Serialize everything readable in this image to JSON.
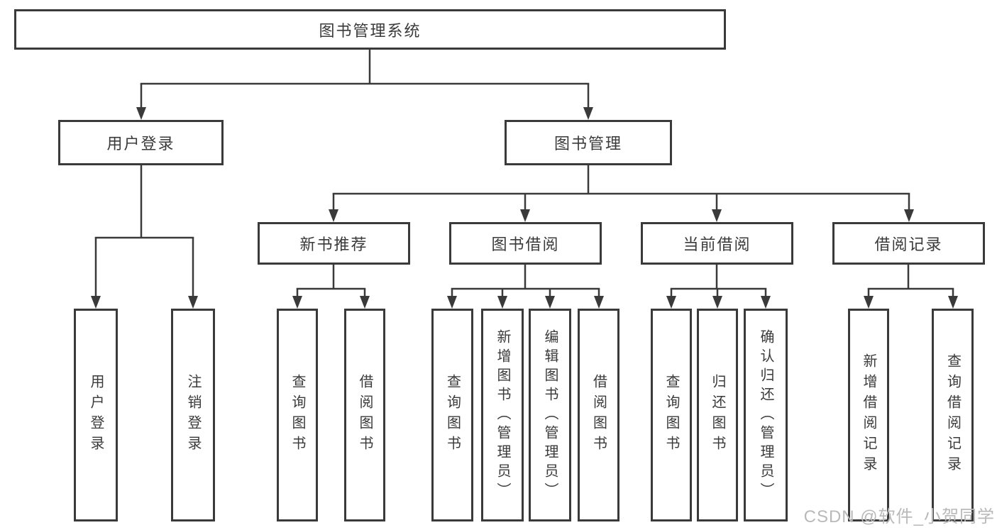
{
  "diagram": {
    "colors": {
      "line": "#3a3a3a",
      "box_border": "#3a3a3a",
      "box_fill": "#ffffff",
      "text": "#3a3a3a",
      "watermark": "#b9b9b9"
    },
    "watermark": "CSDN @软件_小贺同学",
    "tree": {
      "label": "图书管理系统",
      "children": [
        {
          "label": "用户登录",
          "children": [
            {
              "label": "用户登录"
            },
            {
              "label": "注销登录"
            }
          ]
        },
        {
          "label": "图书管理",
          "children": [
            {
              "label": "新书推荐",
              "children": [
                {
                  "label": "查询图书"
                },
                {
                  "label": "借阅图书"
                }
              ]
            },
            {
              "label": "图书借阅",
              "children": [
                {
                  "label": "查询图书"
                },
                {
                  "label": "新增图书（管理员）"
                },
                {
                  "label": "编辑图书（管理员）"
                },
                {
                  "label": "借阅图书"
                }
              ]
            },
            {
              "label": "当前借阅",
              "children": [
                {
                  "label": "查询图书"
                },
                {
                  "label": "归还图书"
                },
                {
                  "label": "确认归还（管理员）"
                }
              ]
            },
            {
              "label": "借阅记录",
              "children": [
                {
                  "label": "新增借阅记录"
                },
                {
                  "label": "查询借阅记录"
                }
              ]
            }
          ]
        }
      ]
    }
  }
}
